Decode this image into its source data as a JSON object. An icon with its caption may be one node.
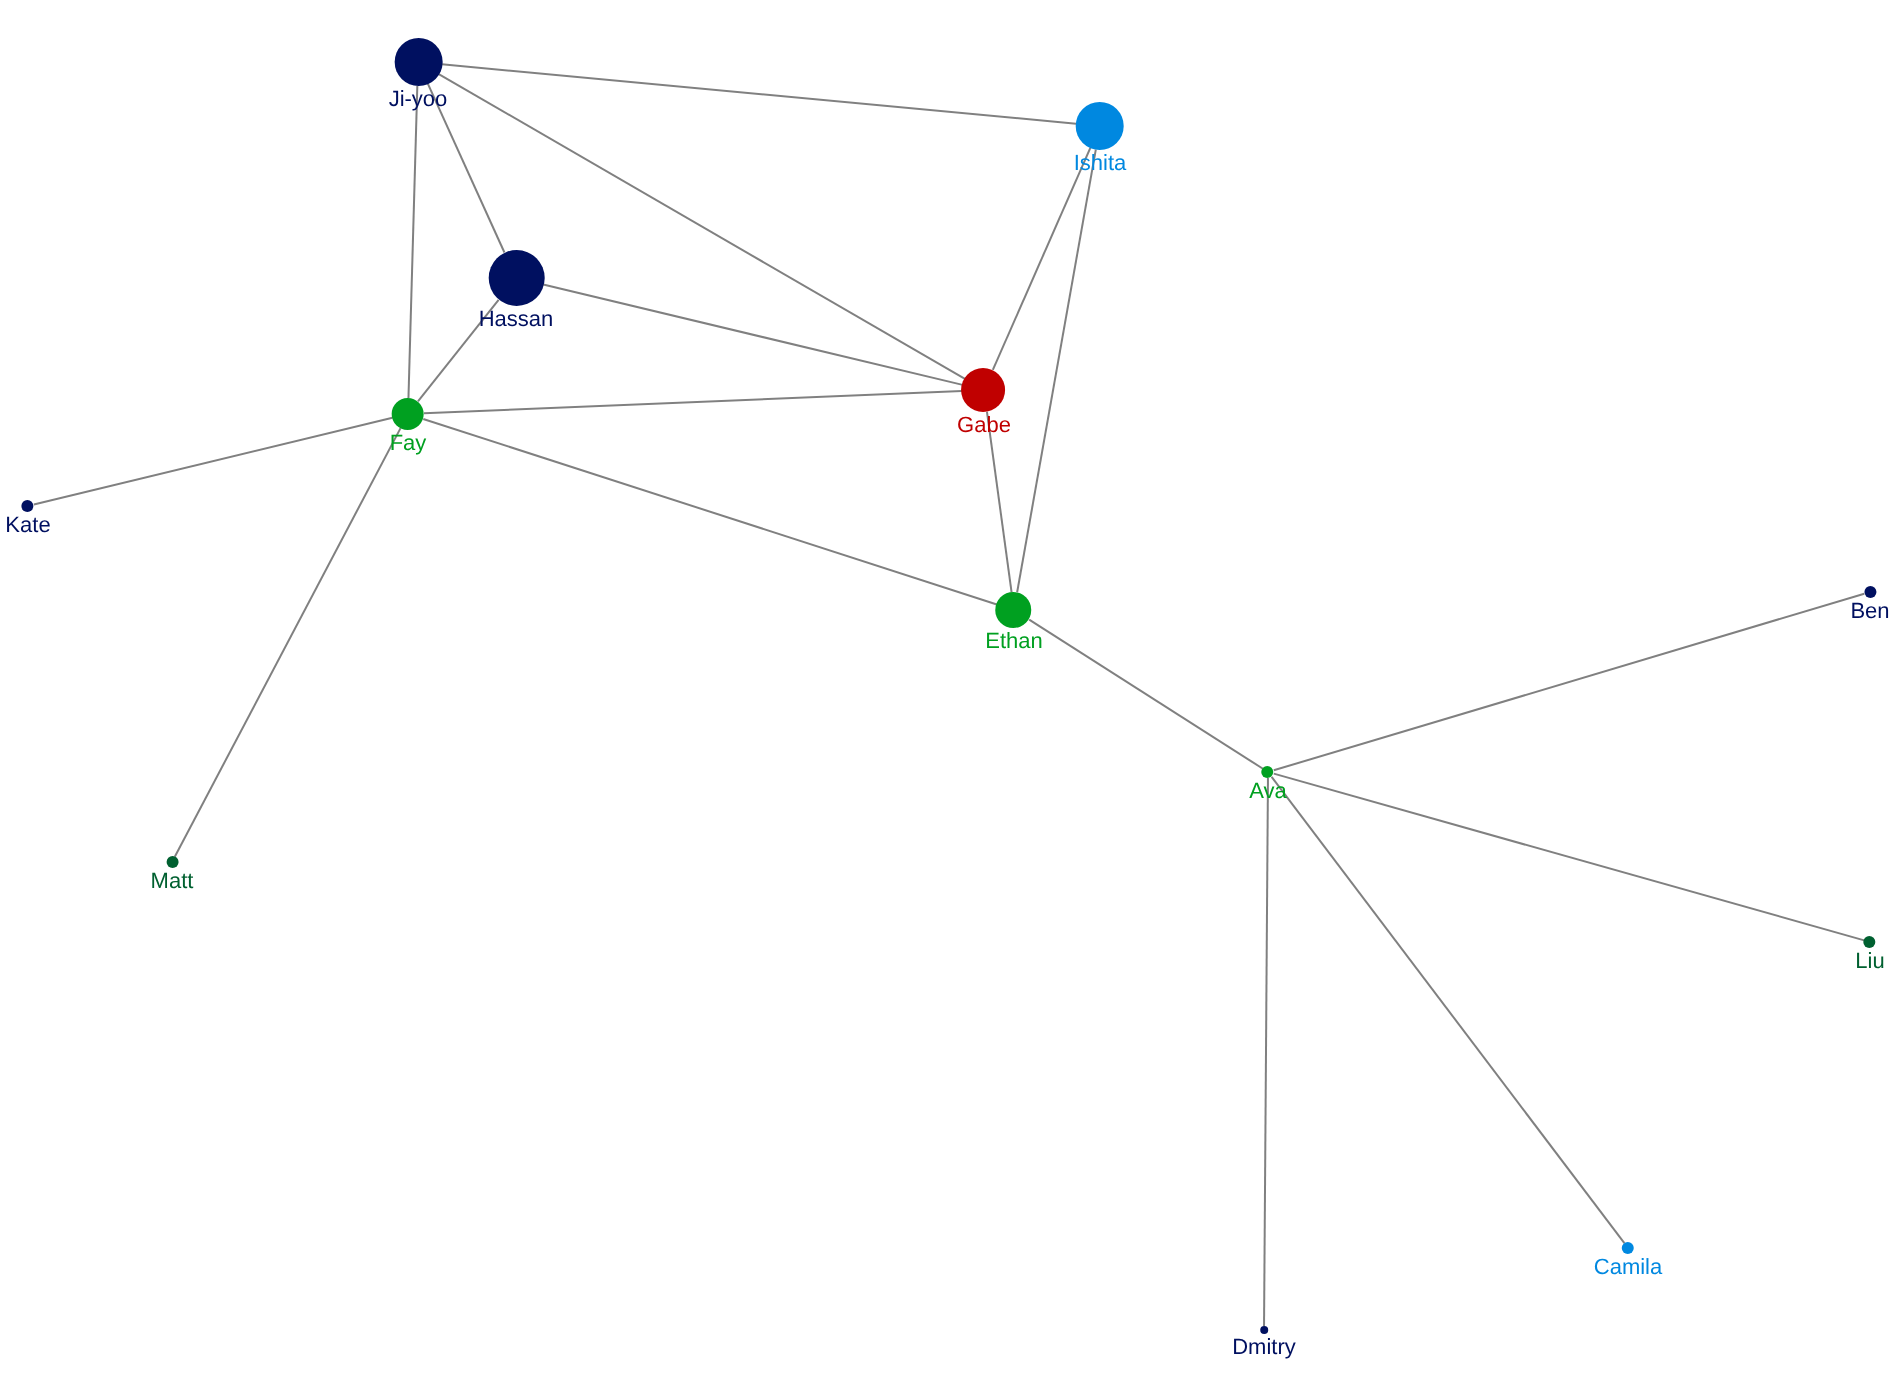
{
  "diagram": {
    "nodes": [
      {
        "text": [
          "Ji-yoo"
        ]
      },
      {
        "text": [
          "Ishita"
        ]
      },
      {
        "text": [
          "Hassan"
        ]
      },
      {
        "text": [
          "Gabe"
        ]
      },
      {
        "text": [
          "Fay"
        ]
      },
      {
        "text": [
          "Kate"
        ]
      },
      {
        "text": [
          "Ethan"
        ]
      },
      {
        "text": [
          "Ben"
        ]
      },
      {
        "text": [
          "Ava"
        ]
      },
      {
        "text": [
          "Matt"
        ]
      },
      {
        "text": [
          "Liu"
        ]
      },
      {
        "text": [
          "Camila"
        ]
      },
      {
        "text": [
          "Dmitry"
        ]
      }
    ],
    "edges": [
      {
        "from": 0,
        "to": 1,
        "arrow": "none"
      },
      {
        "from": 0,
        "to": 2,
        "arrow": "none"
      },
      {
        "from": 0,
        "to": 3,
        "arrow": "none"
      },
      {
        "from": 0,
        "to": 4,
        "arrow": "none"
      },
      {
        "from": 1,
        "to": 3,
        "arrow": "none"
      },
      {
        "from": 1,
        "to": 6,
        "arrow": "none"
      },
      {
        "from": 2,
        "to": 3,
        "arrow": "none"
      },
      {
        "from": 2,
        "to": 4,
        "arrow": "none"
      },
      {
        "from": 4,
        "to": 3,
        "arrow": "none"
      },
      {
        "from": 4,
        "to": 5,
        "arrow": "none"
      },
      {
        "from": 4,
        "to": 9,
        "arrow": "none"
      },
      {
        "from": 4,
        "to": 6,
        "arrow": "none"
      },
      {
        "from": 3,
        "to": 6,
        "arrow": "none"
      },
      {
        "from": 6,
        "to": 8,
        "arrow": "none"
      },
      {
        "from": 8,
        "to": 7,
        "arrow": "none"
      },
      {
        "from": 8,
        "to": 10,
        "arrow": "none"
      },
      {
        "from": 8,
        "to": 11,
        "arrow": "none"
      },
      {
        "from": 8,
        "to": 12,
        "arrow": "none"
      }
    ]
  }
}
